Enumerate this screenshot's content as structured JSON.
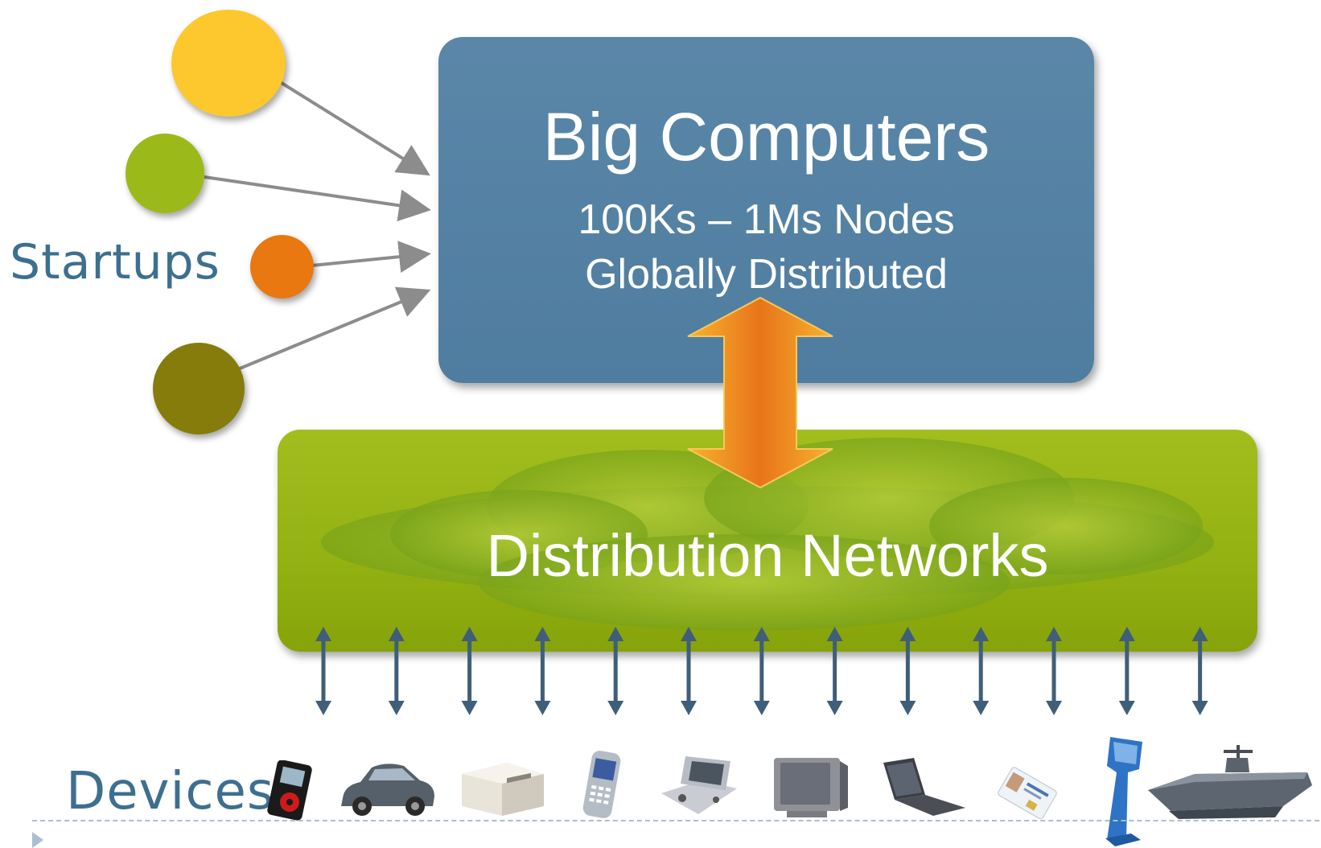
{
  "big_computers": {
    "title": "Big Computers",
    "line1": "100Ks – 1Ms Nodes",
    "line2": "Globally Distributed"
  },
  "distribution": {
    "title": "Distribution Networks"
  },
  "startups": {
    "label": "Startups",
    "circle_colors": [
      "#fcc82e",
      "#9cb91a",
      "#e8780f",
      "#857c0c"
    ]
  },
  "devices": {
    "label": "Devices",
    "items": [
      "music-player-icon",
      "car-icon",
      "printer-icon",
      "mobile-phone-icon",
      "handheld-game-console-icon",
      "television-icon",
      "laptop-icon",
      "id-card-icon",
      "kiosk-icon",
      "aircraft-carrier-icon"
    ]
  },
  "colors": {
    "big_box": "#5483a6",
    "network_box": "#96b314",
    "arrow_orange": "#f49f1c",
    "device_arrow": "#3f5e79",
    "startup_arrow": "#8c8c8c"
  }
}
